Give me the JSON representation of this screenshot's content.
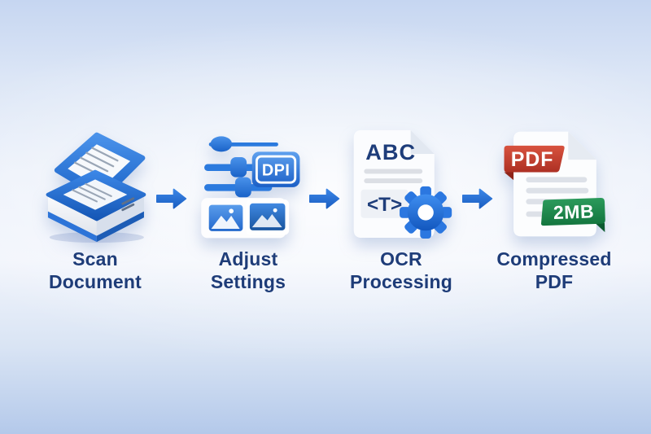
{
  "figure": {
    "type": "process-flow-diagram",
    "background_top": "#c6d6f1",
    "background_middle": "#f2f5fc",
    "background_bottom": "#b4c9ea",
    "label_color": "#1e3c78",
    "arrow_color": "#2470d8",
    "pdf_badge_color": "#c2402f",
    "size_badge_color": "#1f8a4d"
  },
  "steps": [
    {
      "id": "scan-document",
      "label": "Scan\nDocument"
    },
    {
      "id": "adjust-settings",
      "label": "Adjust\nSettings",
      "badge": "DPI"
    },
    {
      "id": "ocr-processing",
      "label": "OCR\nProcessing",
      "doc_text": "ABC",
      "tag_text": "<T>"
    },
    {
      "id": "compressed-pdf",
      "label": "Compressed\nPDF",
      "format_badge": "PDF",
      "size_badge": "2MB"
    }
  ]
}
